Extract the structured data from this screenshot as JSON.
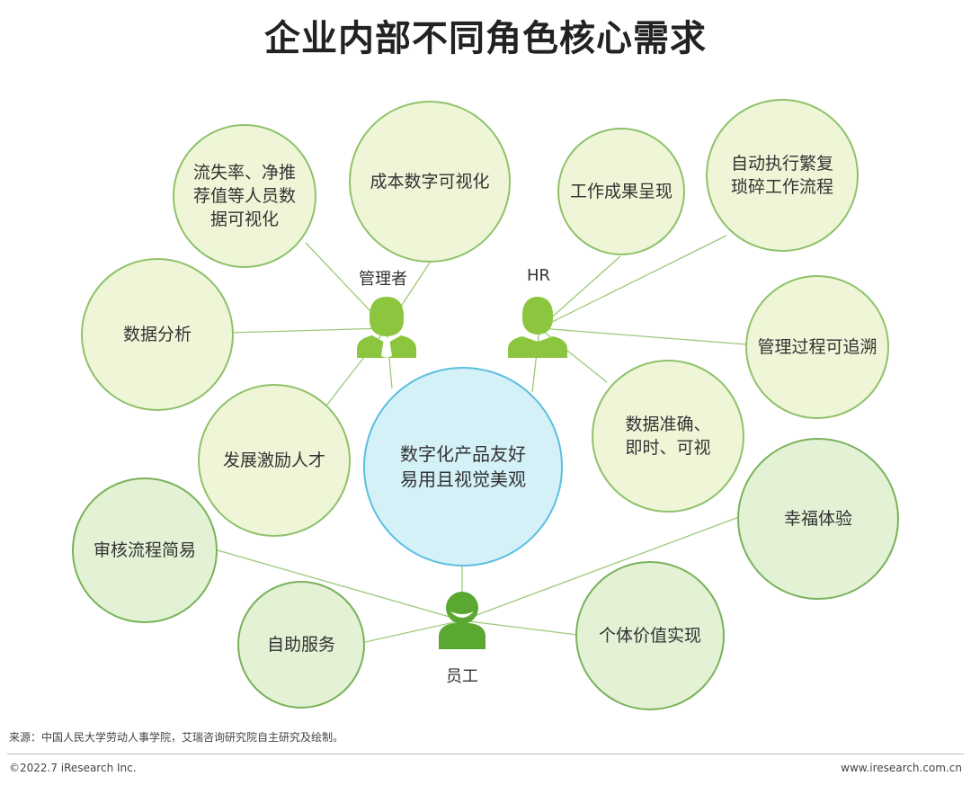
{
  "title": "企业内部不同角色核心需求",
  "roles": {
    "manager": "管理者",
    "hr": "HR",
    "employee": "员工"
  },
  "center": [
    "数字化产品友好",
    "易用且视觉美观"
  ],
  "manager_needs": {
    "n1": [
      "流失率、净推",
      "荐值等人员数",
      "据可视化"
    ],
    "n2": [
      "成本数字可视化"
    ],
    "n3": [
      "数据分析"
    ],
    "n4": [
      "发展激励人才"
    ]
  },
  "hr_needs": {
    "n1": [
      "工作成果呈现"
    ],
    "n2": [
      "自动执行繁复",
      "琐碎工作流程"
    ],
    "n3": [
      "管理过程可追溯"
    ],
    "n4": [
      "数据准确、",
      "即时、可视"
    ]
  },
  "employee_needs": {
    "n1": [
      "审核流程简易"
    ],
    "n2": [
      "自助服务"
    ],
    "n3": [
      "幸福体验"
    ],
    "n4": [
      "个体价值实现"
    ]
  },
  "footer": {
    "source": "来源：中国人民大学劳动人事学院，艾瑞咨询研究院自主研究及绘制。",
    "copyright": "©2022.7 iResearch Inc.",
    "website": "www.iresearch.com.cn"
  },
  "colors": {
    "person_icon": "#8cc63f",
    "employee_icon": "#5aa832",
    "connector": "#9cc97a",
    "bubble_fill": "#eff6d7",
    "center_fill": "#d4f1f8"
  }
}
